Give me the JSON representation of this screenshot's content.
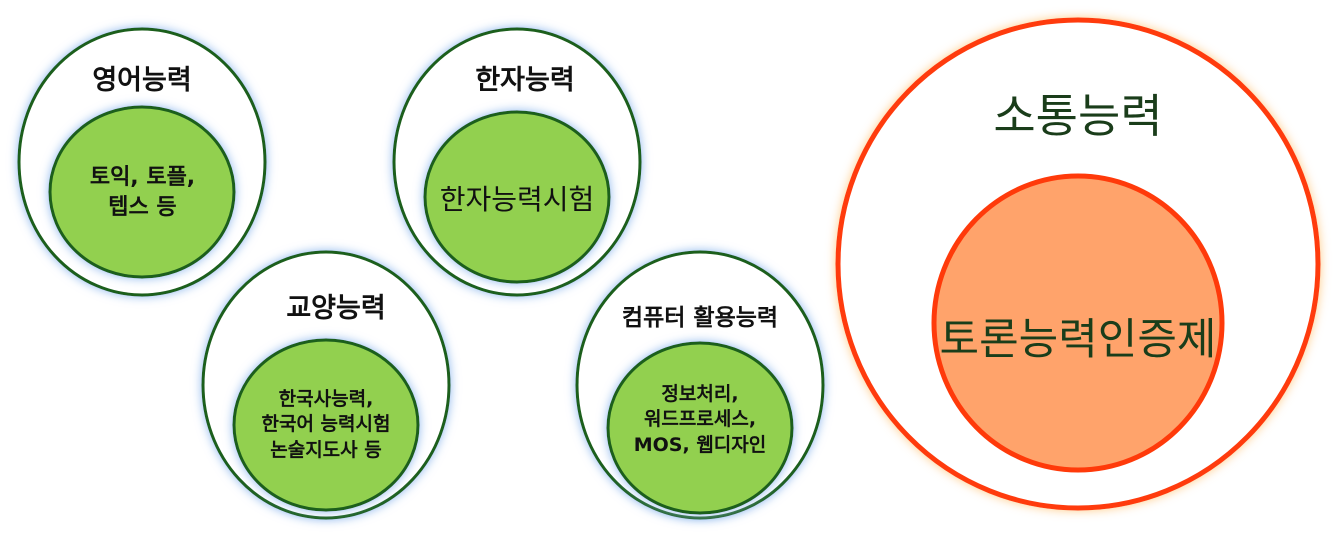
{
  "groups": [
    {
      "title": "영어능력",
      "inner_lines": [
        "토익, 토플,",
        "텝스 등"
      ]
    },
    {
      "title": "한자능력",
      "inner_lines": [
        "한자능력시험"
      ]
    },
    {
      "title": "교양능력",
      "inner_lines": [
        "한국사능력,",
        "한국어 능력시험",
        "논술지도사 등"
      ]
    },
    {
      "title": "컴퓨터 활용능력",
      "inner_lines": [
        "정보처리,",
        "워드프로세스,",
        "MOS, 웹디자인"
      ]
    }
  ],
  "main": {
    "title": "소통능력",
    "inner": "토론능력인증제"
  },
  "colors": {
    "outer_stroke": "#1b5e1b",
    "inner_fill": "#92d050",
    "glow": "#9fc3f0",
    "main_stroke": "#ff3a0a",
    "main_fill": "#ffa36b",
    "main_text": "#1a3d1a"
  }
}
